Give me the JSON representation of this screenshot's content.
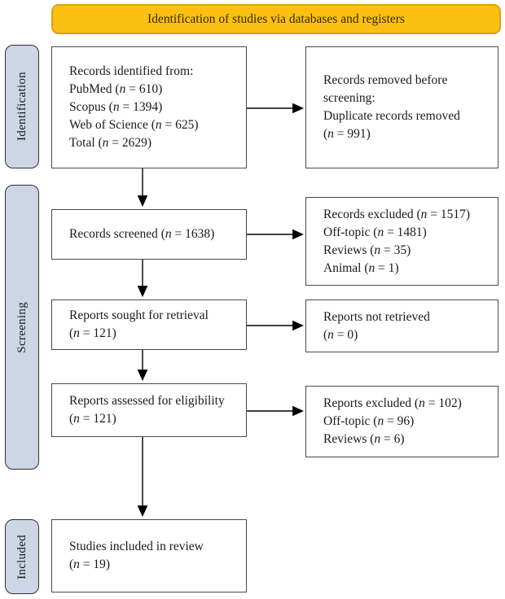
{
  "banner": {
    "label": "Identification of studies via databases and registers"
  },
  "stages": [
    {
      "label": "Identification"
    },
    {
      "label": "Screening"
    },
    {
      "label": "Included"
    }
  ],
  "boxes": {
    "records_identified": {
      "lines": [
        "Records identified from:",
        "PubMed (n = 610)",
        "Scopus (n = 1394)",
        "Web of Science (n = 625)",
        "Total (n = 2629)"
      ]
    },
    "records_removed": {
      "lines": [
        "Records removed before",
        "screening:",
        "Duplicate records removed",
        "(n = 991)"
      ]
    },
    "records_screened": {
      "lines": [
        "Records screened (n = 1638)"
      ]
    },
    "records_excluded": {
      "lines": [
        "Records excluded (n = 1517)",
        "Off-topic (n = 1481)",
        "Reviews (n = 35)",
        "Animal (n = 1)"
      ]
    },
    "reports_sought": {
      "lines": [
        "Reports sought for retrieval",
        "(n = 121)"
      ]
    },
    "reports_not_retrieved": {
      "lines": [
        "Reports not retrieved",
        "(n = 0)"
      ]
    },
    "reports_assessed": {
      "lines": [
        "Reports assessed for eligibility",
        "(n = 121)"
      ]
    },
    "reports_excluded": {
      "lines": [
        "Reports excluded (n = 102)",
        "Off-topic (n = 96)",
        "Reviews (n = 6)"
      ]
    },
    "studies_included": {
      "lines": [
        "Studies included in review",
        "(n = 19)"
      ]
    }
  },
  "colors": {
    "banner_fill": "#fbc012",
    "banner_border": "#dda010",
    "stage_fill": "#ccd6e4",
    "box_border": "#4a4a4a",
    "arrow": "#000000",
    "text": "#1a1a1a"
  }
}
